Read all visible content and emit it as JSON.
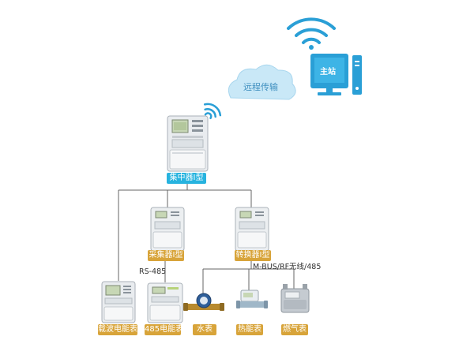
{
  "diagram": {
    "master_station": "主站",
    "remote_transmission": "远程传输",
    "concentrator": "集中器I型",
    "collector": "采集器I型",
    "converter": "转换器I型",
    "rs485": "RS-485",
    "mbus": "M-BUS/RF无线/485",
    "devices": {
      "carrier_meter": "载波电能表",
      "rs485_meter": "485电能表",
      "water_meter": "水表",
      "heat_meter": "热能表",
      "gas_meter": "燃气表"
    }
  },
  "colors": {
    "label_blue": "#27b3df",
    "label_gold": "#d8a43a",
    "wifi_blue": "#2a9fd6",
    "cloud_blue": "#c9e8f7"
  }
}
